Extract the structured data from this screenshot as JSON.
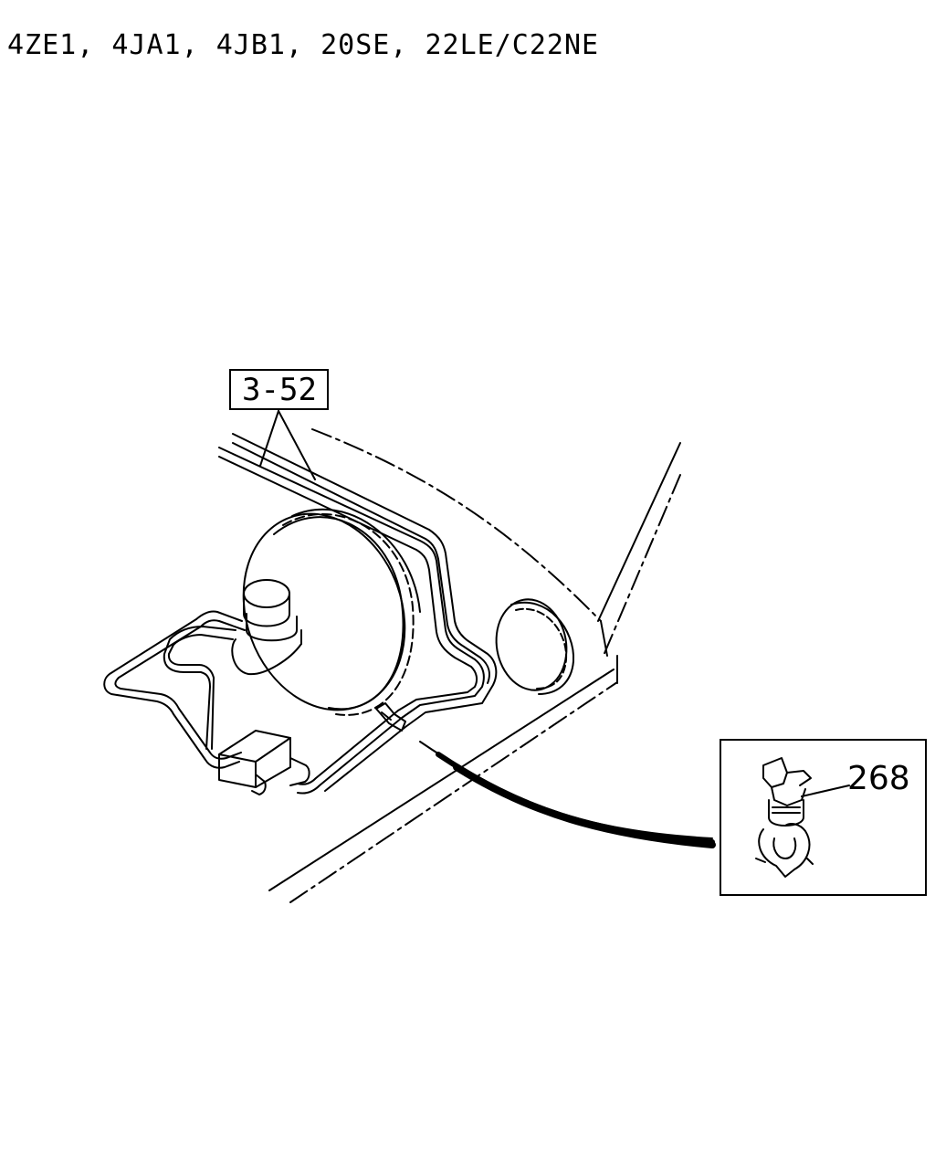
{
  "header": {
    "engine_codes": "4ZE1, 4JA1, 4JB1, 20SE, 22LE/C22NE"
  },
  "callouts": {
    "pipe_reference": "3-52",
    "clip_part_number": "268"
  }
}
